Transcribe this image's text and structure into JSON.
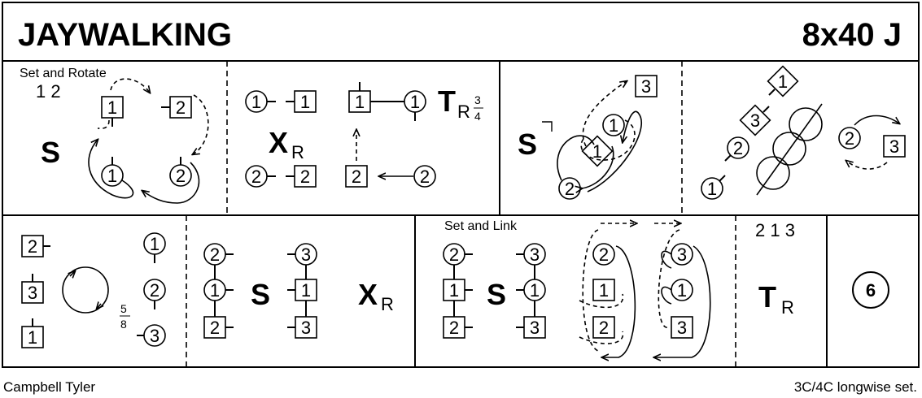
{
  "dance": {
    "title": "JAYWALKING",
    "formation_code": "8x40 J",
    "deviser": "Campbell Tyler",
    "set_type": "3C/4C longwise set."
  },
  "cells": {
    "c1": {
      "label": "Set and Rotate",
      "step": "S",
      "bars": "1 2",
      "dancers": [
        "1",
        "2",
        "1",
        "2"
      ]
    },
    "c2": {
      "step": "X",
      "step_sub": "R",
      "turn": "T",
      "turn_sub": "R",
      "turn_num": "3",
      "turn_den": "4",
      "dancers": [
        "1",
        "1",
        "2",
        "2",
        "1",
        "1",
        "2",
        "2"
      ]
    },
    "c3": {
      "step": "S",
      "dancers": [
        "3",
        "1",
        "1",
        "2"
      ]
    },
    "c4": {
      "dancers": [
        "1",
        "3",
        "2",
        "1",
        "2",
        "3"
      ]
    },
    "c5": {
      "bars_num": "5",
      "bars_den": "8",
      "dancers": [
        "2",
        "3",
        "1",
        "1",
        "2",
        "3"
      ]
    },
    "c6": {
      "step": "S",
      "cross": "X",
      "cross_sub": "R",
      "dancers": [
        "2",
        "1",
        "2",
        "3",
        "1",
        "3"
      ]
    },
    "c7": {
      "label": "Set and Link",
      "step": "S",
      "dancers": [
        "2",
        "1",
        "2",
        "3",
        "1",
        "3",
        "2",
        "1",
        "2",
        "3",
        "1",
        "3"
      ]
    },
    "c8": {
      "order": "2 1 3",
      "turn": "T",
      "turn_sub": "R"
    },
    "c9": {
      "chord_count": "6"
    }
  }
}
